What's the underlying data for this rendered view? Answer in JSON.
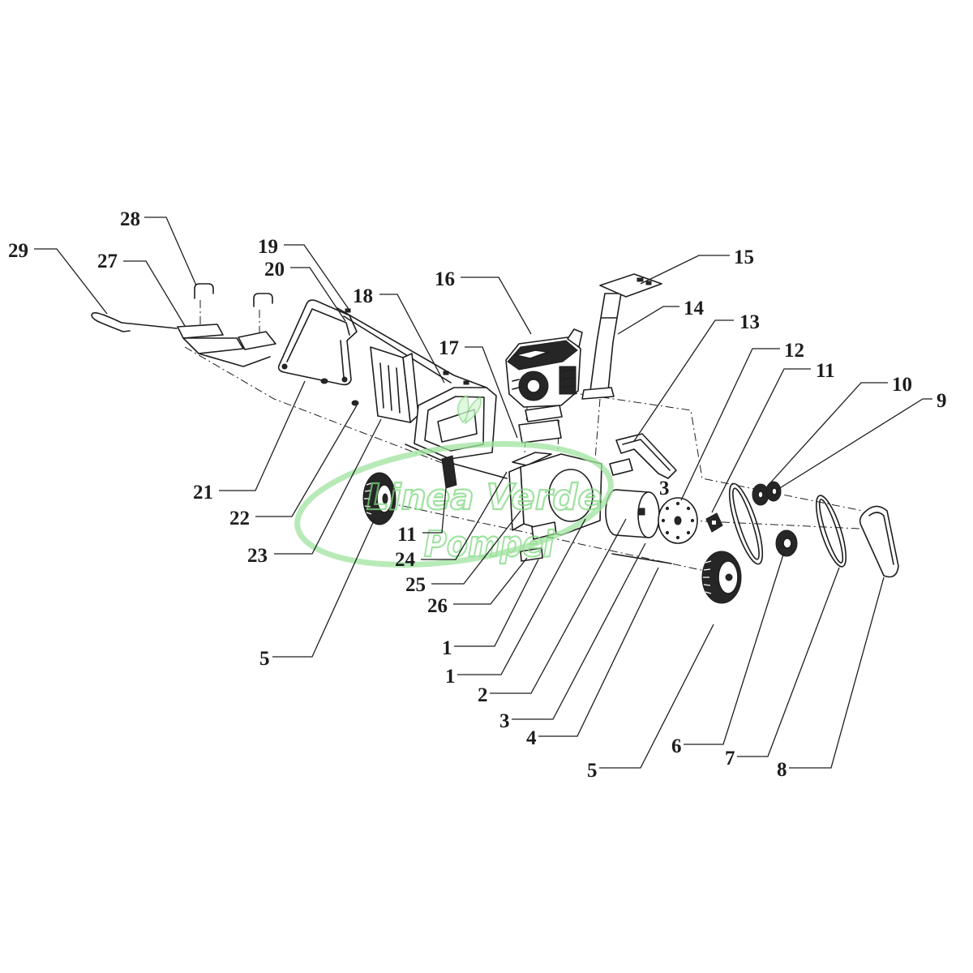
{
  "diagram": {
    "callouts": [
      "28",
      "29",
      "27",
      "19",
      "20",
      "16",
      "15",
      "18",
      "14",
      "13",
      "17",
      "12",
      "11",
      "10",
      "9",
      "3",
      "21",
      "22",
      "23",
      "11",
      "24",
      "25",
      "26",
      "5",
      "1",
      "1",
      "2",
      "3",
      "4",
      "5",
      "6",
      "7",
      "8"
    ]
  },
  "watermark": {
    "line1": "Linea Verde",
    "line2": "Pompei"
  },
  "colors": {
    "ink": "#1e1e1e",
    "background": "#ffffff",
    "watermark": "#7ed87e"
  }
}
